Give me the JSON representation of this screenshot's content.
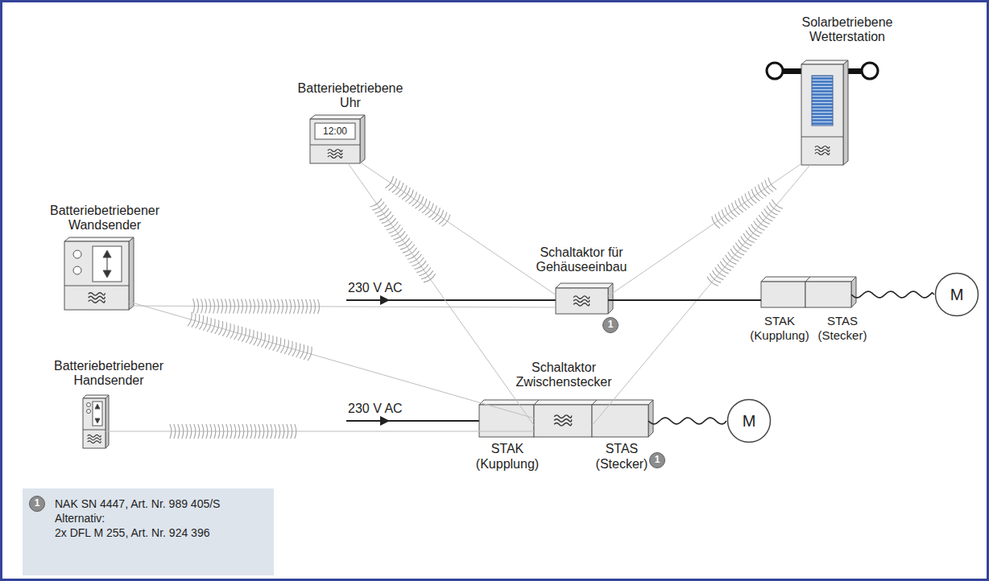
{
  "diagram": {
    "nodes": [
      {
        "text": [
          "Batteriebetriebene Uhr",
          "12:00"
        ]
      },
      {
        "text": [
          "Solarbetriebene Wetterstation"
        ]
      },
      {
        "text": [
          "Batteriebetriebener Wandsender"
        ]
      },
      {
        "text": [
          "Schaltaktor für Gehäuseeinbau"
        ]
      },
      {
        "text": [
          "STAK (Kupplung)"
        ]
      },
      {
        "text": [
          "STAS (Stecker)"
        ]
      },
      {
        "text": [
          "M"
        ]
      },
      {
        "text": [
          "Batteriebetriebener Handsender"
        ]
      },
      {
        "text": [
          "STAK (Kupplung)"
        ]
      },
      {
        "text": [
          "Schaltaktor Zwischenstecker"
        ]
      },
      {
        "text": [
          "STAS (Stecker)"
        ]
      },
      {
        "text": [
          "M"
        ]
      },
      {
        "text": [
          "NAK SN 4447, Art. Nr. 989 405/S",
          "Alternativ:",
          "2x DFL M 255, Art. Nr. 924 396"
        ]
      }
    ],
    "edges": [
      {
        "from": 0,
        "to": 3,
        "arrow": "none"
      },
      {
        "from": 0,
        "to": 9,
        "arrow": "none"
      },
      {
        "from": 1,
        "to": 3,
        "arrow": "none"
      },
      {
        "from": 1,
        "to": 9,
        "arrow": "none"
      },
      {
        "from": 2,
        "to": 3,
        "arrow": "none"
      },
      {
        "from": 2,
        "to": 9,
        "arrow": "none"
      },
      {
        "from": 7,
        "to": 9,
        "arrow": "none"
      },
      {
        "from": 3,
        "to": 4,
        "arrow": "none"
      },
      {
        "from": 5,
        "to": 6,
        "arrow": "none"
      },
      {
        "from": 10,
        "to": 11,
        "arrow": "none"
      }
    ],
    "labels": [
      "230 V AC",
      "230 V AC",
      "1",
      "1",
      "1"
    ]
  }
}
